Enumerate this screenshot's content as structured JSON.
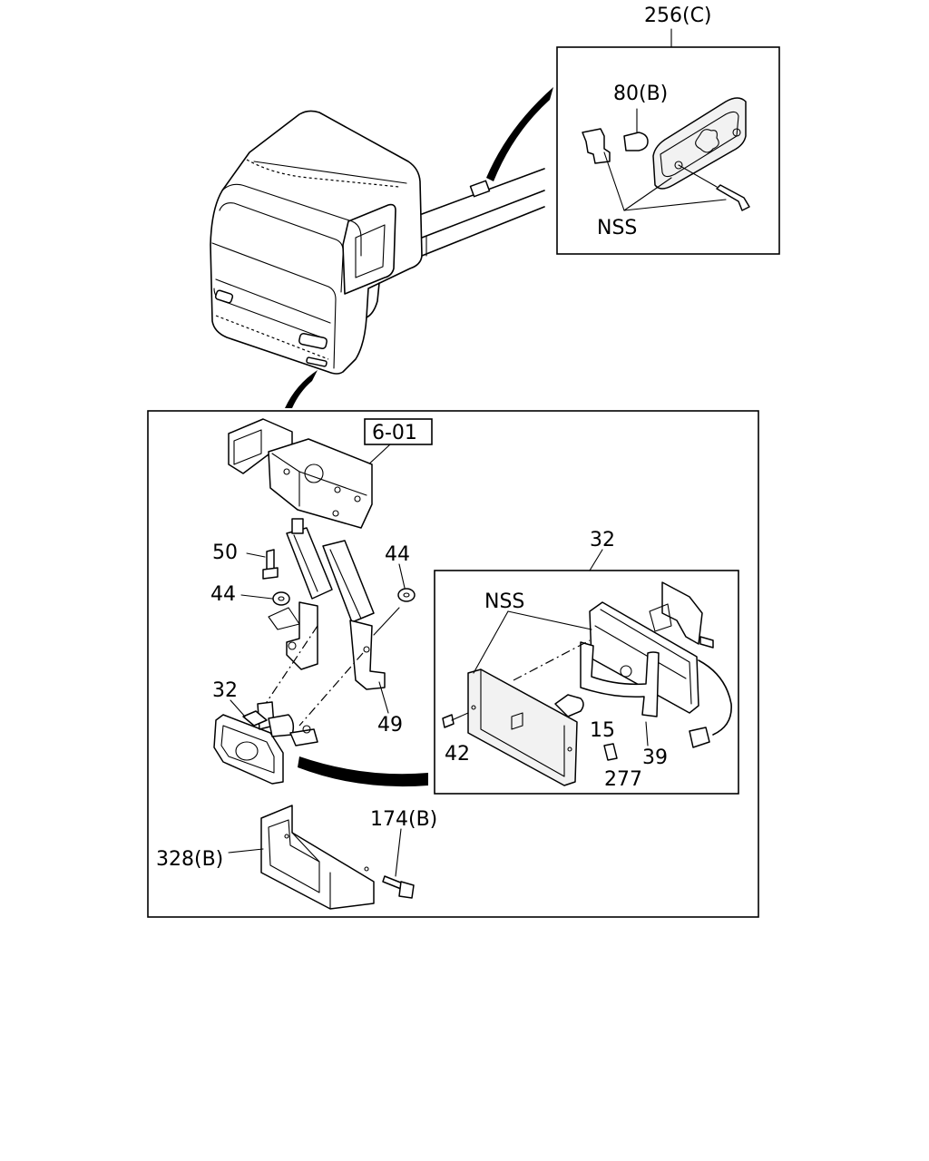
{
  "callouts": {
    "side_lamp_group": "256(C)",
    "bulb": "80(B)",
    "nss_top": "NSS",
    "bracket_ref": "6-01",
    "bolt_50": "50",
    "nut_44_left": "44",
    "nut_44_right": "44",
    "lamp_32_left": "32",
    "lamp_32_detail": "32",
    "bracket_49": "49",
    "nss_detail": "NSS",
    "screw_42": "42",
    "bulb_15": "15",
    "band_39": "39",
    "part_277": "277",
    "cover_328": "328(B)",
    "bolt_174": "174(B)"
  }
}
